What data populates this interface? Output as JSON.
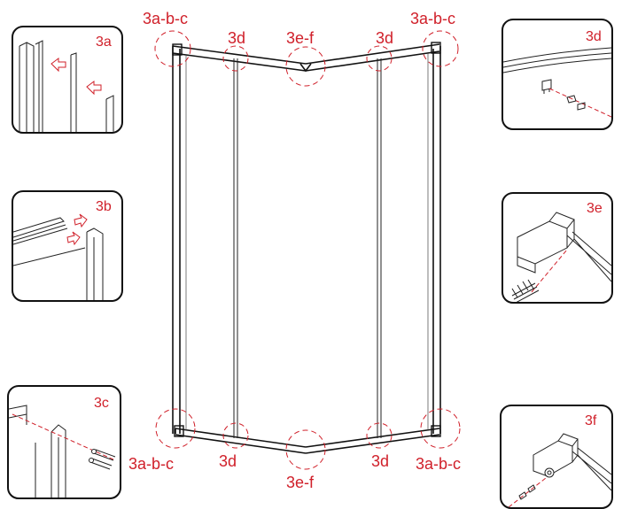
{
  "colors": {
    "label": "#d0202a",
    "line": "#111111",
    "background": "#ffffff"
  },
  "callouts": {
    "top_left": "3a-b-c",
    "top_right": "3a-b-c",
    "top_mid_left": "3d",
    "top_mid_right": "3d",
    "top_center": "3e-f",
    "bottom_left": "3a-b-c",
    "bottom_right": "3a-b-c",
    "bottom_mid_left": "3d",
    "bottom_mid_right": "3d",
    "bottom_center": "3e-f"
  },
  "detail_panels": {
    "p3a": "3a",
    "p3b": "3b",
    "p3c": "3c",
    "p3d": "3d",
    "p3e": "3e",
    "p3f": "3f"
  }
}
